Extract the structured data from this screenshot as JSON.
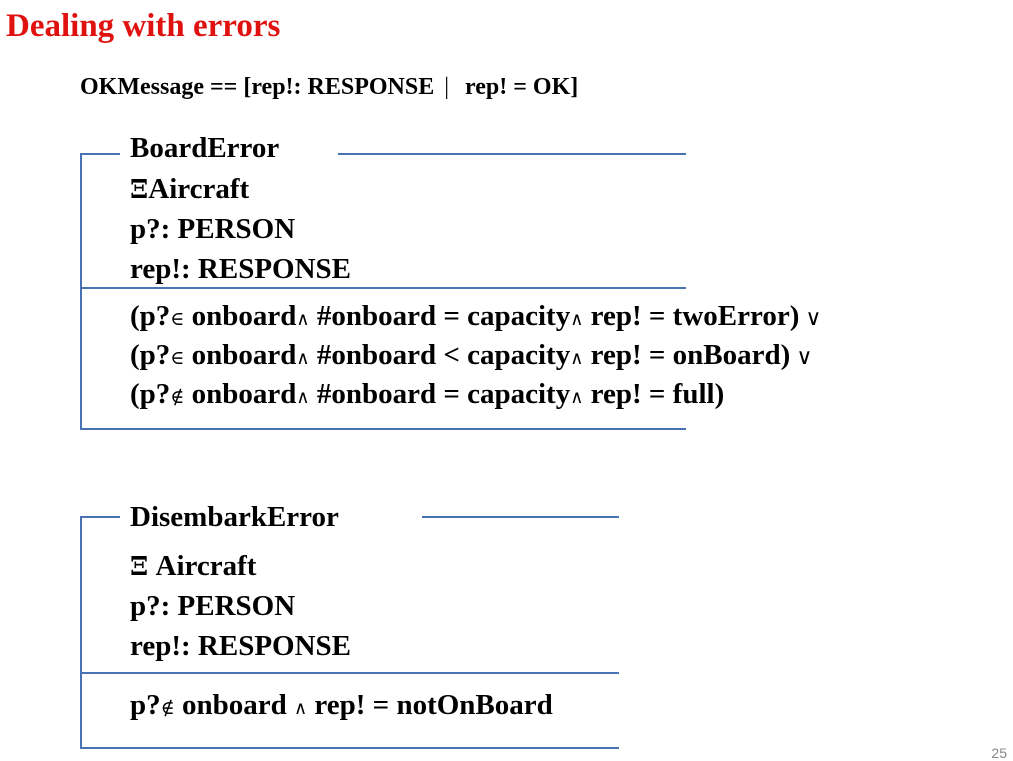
{
  "slide": {
    "title": "Dealing with errors",
    "page_number": "25"
  },
  "ok_message": {
    "lhs": "OKMessage == [rep!: RESPONSE",
    "bar": "|",
    "rhs": "rep! = OK]"
  },
  "board_error": {
    "name": "BoardError",
    "declarations": {
      "xi_symbol": "Ξ",
      "xi_target": "Aircraft",
      "person": "p?: PERSON",
      "response": "rep!: RESPONSE"
    },
    "predicates": [
      {
        "open": "(p?",
        "membership": "∈",
        "set": " onboard",
        "and1": "∧",
        "count_cond": " #onboard = capacity",
        "and2": "∧",
        "rep": " rep! = twoError)",
        "or": "∨"
      },
      {
        "open": "(p?",
        "membership": "∈",
        "set": " onboard",
        "and1": "∧",
        "count_cond": " #onboard < capacity",
        "and2": "∧",
        "rep": " rep! = onBoard)",
        "or": "∨"
      },
      {
        "open": "(p?",
        "membership": "∉",
        "set": " onboard",
        "and1": "∧",
        "count_cond": " #onboard = capacity",
        "and2": "∧",
        "rep": " rep! = full)",
        "or": ""
      }
    ]
  },
  "disembark_error": {
    "name": "DisembarkError",
    "declarations": {
      "xi_symbol": "Ξ",
      "xi_target": " Aircraft",
      "person": "p?: PERSON",
      "response": "rep!: RESPONSE"
    },
    "predicate": {
      "open": "p?",
      "membership": "∉",
      "set": " onboard ",
      "and1": "∧",
      "rep": " rep! = notOnBoard"
    }
  },
  "colors": {
    "title": "#e0120f",
    "schema_rule": "#4a73b3",
    "text": "#000000"
  }
}
